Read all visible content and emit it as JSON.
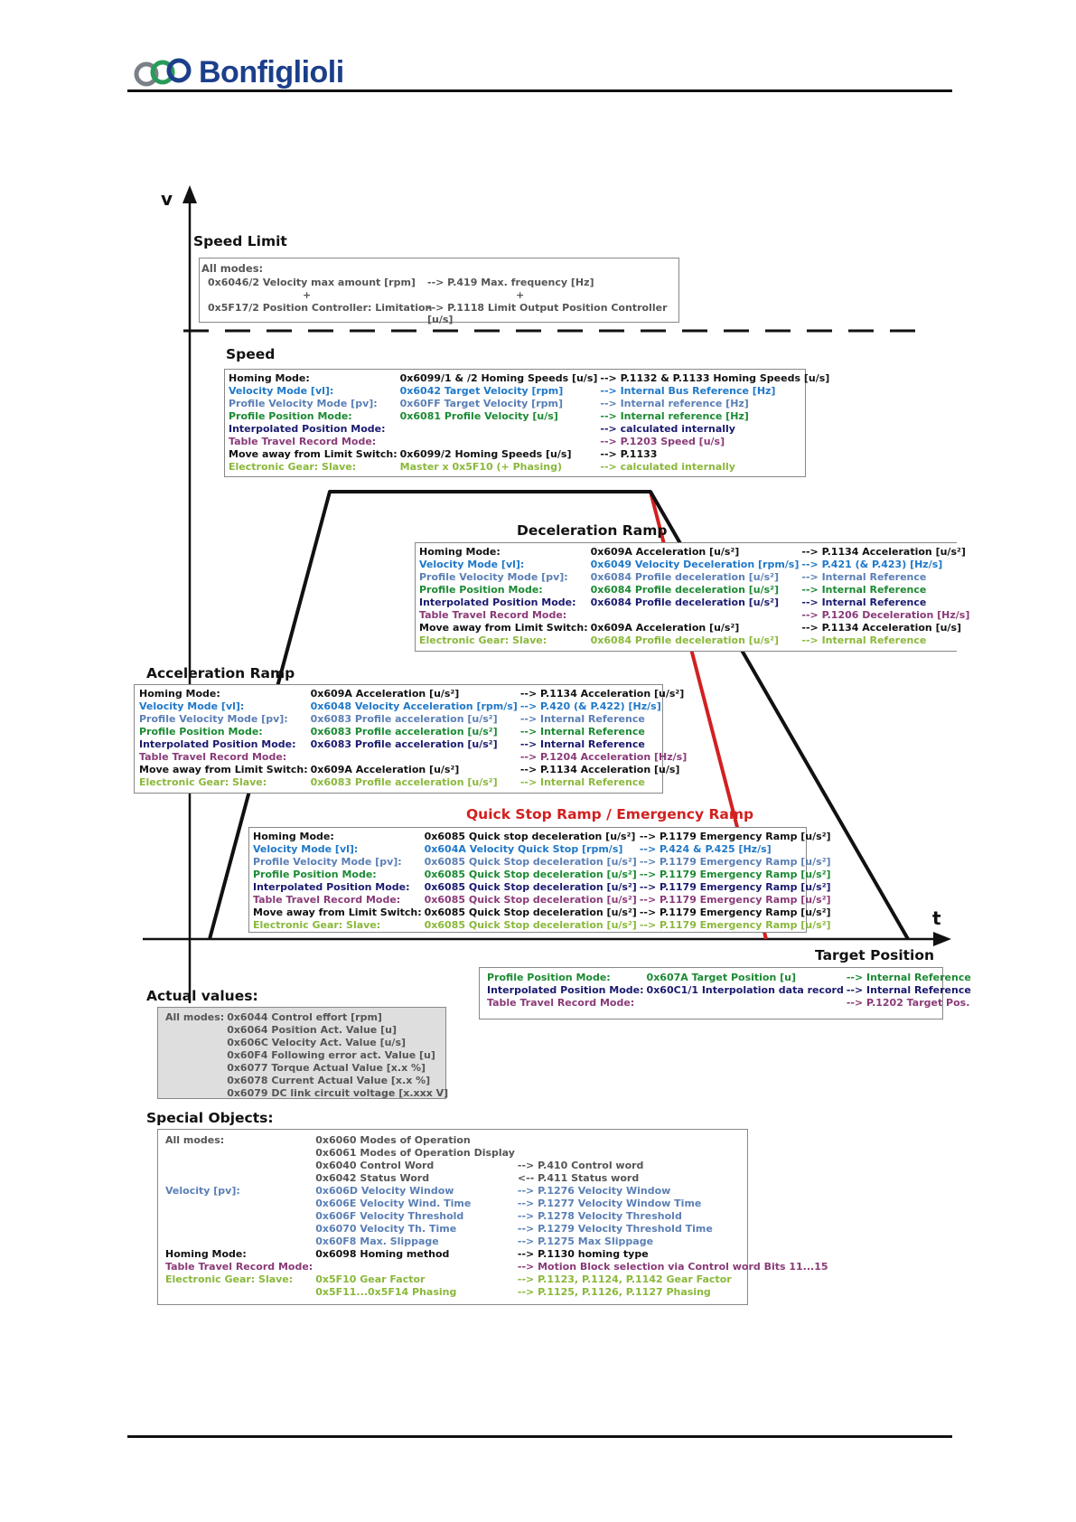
{
  "brand": {
    "name": "Bonfiglioli"
  },
  "axes": {
    "v": "v",
    "t": "t"
  },
  "speed_limit": {
    "title": "Speed Limit",
    "all_modes": "All modes:",
    "row1_left": "0x6046/2 Velocity max amount [rpm]",
    "row1_right": "--> P.419 Max. frequency [Hz]",
    "plus": "+",
    "row2_left": "0x5F17/2 Position Controller: Limitation",
    "row2_right": "--> P.1118 Limit Output Position Controller [u/s]"
  },
  "speed": {
    "title": "Speed",
    "rows": [
      {
        "mode": "Homing Mode:",
        "obj": "0x6099/1 & /2 Homing Speeds [u/s]",
        "par": "--> P.1132 & P.1133 Homing Speeds [u/s]",
        "color": "black"
      },
      {
        "mode": "Velocity Mode [vl]:",
        "obj": "0x6042 Target Velocity [rpm]",
        "par": "--> Internal Bus Reference [Hz]",
        "color": "blue"
      },
      {
        "mode": "Profile Velocity Mode [pv]:",
        "obj": "0x60FF Target Velocity [rpm]",
        "par": "--> Internal reference [Hz]",
        "color": "pblue"
      },
      {
        "mode": "Profile Position Mode:",
        "obj": "0x6081 Profile Velocity [u/s]",
        "par": "--> Internal reference [Hz]",
        "color": "green"
      },
      {
        "mode": "Interpolated Position Mode:",
        "obj": "",
        "par": "--> calculated internally",
        "color": "navy"
      },
      {
        "mode": "Table Travel Record Mode:",
        "obj": "",
        "par": "--> P.1203 Speed [u/s]",
        "color": "plum"
      },
      {
        "mode": "Move away from Limit Switch:",
        "obj": "0x6099/2 Homing Speeds [u/s]",
        "par": "--> P.1133",
        "color": "black"
      },
      {
        "mode": "Electronic Gear: Slave:",
        "obj": "Master x 0x5F10 (+ Phasing)",
        "par": "--> calculated internally",
        "color": "lime"
      }
    ]
  },
  "deceleration": {
    "title": "Deceleration Ramp",
    "rows": [
      {
        "mode": "Homing Mode:",
        "obj": "0x609A Acceleration [u/s²]",
        "par": "--> P.1134 Acceleration [u/s²]",
        "color": "black"
      },
      {
        "mode": "Velocity Mode [vl]:",
        "obj": "0x6049 Velocity Deceleration [rpm/s]",
        "par": "--> P.421 (& P.423) [Hz/s]",
        "color": "blue"
      },
      {
        "mode": "Profile Velocity Mode [pv]:",
        "obj": "0x6084 Profile deceleration [u/s²]",
        "par": "--> Internal Reference",
        "color": "pblue"
      },
      {
        "mode": "Profile Position Mode:",
        "obj": "0x6084 Profile deceleration [u/s²]",
        "par": "--> Internal Reference",
        "color": "green"
      },
      {
        "mode": "Interpolated Position Mode:",
        "obj": "0x6084 Profile deceleration [u/s²]",
        "par": "--> Internal Reference",
        "color": "navy"
      },
      {
        "mode": "Table Travel Record Mode:",
        "obj": "",
        "par": "--> P.1206 Deceleration [Hz/s]",
        "color": "plum"
      },
      {
        "mode": "Move away from Limit Switch:",
        "obj": "0x609A Acceleration [u/s²]",
        "par": "--> P.1134 Acceleration [u/s]",
        "color": "black"
      },
      {
        "mode": "Electronic Gear: Slave:",
        "obj": "0x6084 Profile deceleration [u/s²]",
        "par": "--> Internal Reference",
        "color": "lime"
      }
    ]
  },
  "acceleration": {
    "title": "Acceleration Ramp",
    "rows": [
      {
        "mode": "Homing Mode:",
        "obj": "0x609A Acceleration [u/s²]",
        "par": "--> P.1134 Acceleration [u/s²]",
        "color": "black"
      },
      {
        "mode": "Velocity Mode [vl]:",
        "obj": "0x6048 Velocity Acceleration [rpm/s]",
        "par": "--> P.420 (& P.422) [Hz/s]",
        "color": "blue"
      },
      {
        "mode": "Profile Velocity Mode [pv]:",
        "obj": "0x6083 Profile acceleration [u/s²]",
        "par": "--> Internal Reference",
        "color": "pblue"
      },
      {
        "mode": "Profile Position Mode:",
        "obj": "0x6083 Profile acceleration [u/s²]",
        "par": "--> Internal Reference",
        "color": "green"
      },
      {
        "mode": "Interpolated Position Mode:",
        "obj": "0x6083 Profile acceleration [u/s²]",
        "par": "--> Internal Reference",
        "color": "navy"
      },
      {
        "mode": "Table Travel Record Mode:",
        "obj": "",
        "par": "--> P.1204 Acceleration [Hz/s]",
        "color": "plum"
      },
      {
        "mode": "Move away from Limit Switch:",
        "obj": "0x609A Acceleration [u/s²]",
        "par": "--> P.1134 Acceleration [u/s]",
        "color": "black"
      },
      {
        "mode": "Electronic Gear: Slave:",
        "obj": "0x6083 Profile acceleration [u/s²]",
        "par": "--> Internal Reference",
        "color": "lime"
      }
    ]
  },
  "quickstop": {
    "title": "Quick Stop Ramp / Emergency Ramp",
    "rows": [
      {
        "mode": "Homing Mode:",
        "obj": "0x6085 Quick stop deceleration [u/s²]",
        "par": "--> P.1179 Emergency Ramp [u/s²]",
        "color": "black"
      },
      {
        "mode": "Velocity Mode [vl]:",
        "obj": "0x604A Velocity Quick Stop [rpm/s]",
        "par": "--> P.424 & P.425 [Hz/s]",
        "color": "blue"
      },
      {
        "mode": "Profile Velocity Mode [pv]:",
        "obj": "0x6085 Quick Stop deceleration [u/s²]",
        "par": "--> P.1179 Emergency Ramp [u/s²]",
        "color": "pblue"
      },
      {
        "mode": "Profile Position Mode:",
        "obj": "0x6085 Quick Stop deceleration [u/s²]",
        "par": "--> P.1179 Emergency Ramp [u/s²]",
        "color": "green"
      },
      {
        "mode": "Interpolated Position Mode:",
        "obj": "0x6085 Quick Stop deceleration [u/s²]",
        "par": "--> P.1179 Emergency Ramp [u/s²]",
        "color": "navy"
      },
      {
        "mode": "Table Travel Record Mode:",
        "obj": "0x6085 Quick Stop deceleration [u/s²]",
        "par": "--> P.1179 Emergency Ramp [u/s²]",
        "color": "plum"
      },
      {
        "mode": "Move away from Limit Switch:",
        "obj": "0x6085 Quick Stop deceleration [u/s²]",
        "par": "--> P.1179 Emergency Ramp [u/s²]",
        "color": "black"
      },
      {
        "mode": "Electronic Gear: Slave:",
        "obj": "0x6085 Quick Stop deceleration [u/s²]",
        "par": "--> P.1179 Emergency Ramp  [u/s²]",
        "color": "lime"
      }
    ]
  },
  "target": {
    "title": "Target Position",
    "rows": [
      {
        "mode": "Profile Position Mode:",
        "obj": "0x607A Target Position [u]",
        "par": "--> Internal Reference",
        "color": "green"
      },
      {
        "mode": "Interpolated Position Mode:",
        "obj": "0x60C1/1 Interpolation data record",
        "par": "--> Internal Reference",
        "color": "navy"
      },
      {
        "mode": "Table Travel Record Mode:",
        "obj": "",
        "par": "--> P.1202 Target Pos.",
        "color": "plum"
      }
    ]
  },
  "actual": {
    "title": "Actual values:",
    "label": "All modes:",
    "items": [
      "0x6044 Control effort [rpm]",
      "0x6064 Position Act. Value [u]",
      "0x606C Velocity Act. Value [u/s]",
      "0x60F4 Following error act. Value [u]",
      "0x6077 Torque Actual Value [x.x %]",
      "0x6078 Current Actual Value [x.x %]",
      "0x6079 DC link circuit voltage [x.xxx V]"
    ]
  },
  "special": {
    "title": "Special Objects:",
    "rows": [
      {
        "mode": "All modes:",
        "obj": "0x6060 Modes of Operation",
        "par": "",
        "color": "grey"
      },
      {
        "mode": "",
        "obj": "0x6061 Modes of Operation Display",
        "par": "",
        "color": "grey"
      },
      {
        "mode": "",
        "obj": "0x6040 Control Word",
        "par": "--> P.410 Control word",
        "color": "grey"
      },
      {
        "mode": "",
        "obj": "0x6042 Status Word",
        "par": "<-- P.411 Status word",
        "color": "grey"
      },
      {
        "mode": "Velocity [pv]:",
        "obj": "0x606D Velocity Window",
        "par": "--> P.1276 Velocity Window",
        "color": "pblue"
      },
      {
        "mode": "",
        "obj": "0x606E Velocity Wind. Time",
        "par": "--> P.1277 Velocity Window Time",
        "color": "pblue"
      },
      {
        "mode": "",
        "obj": "0x606F Velocity Threshold",
        "par": "--> P.1278 Velocity Threshold",
        "color": "pblue"
      },
      {
        "mode": "",
        "obj": "0x6070 Velocity Th. Time",
        "par": "--> P.1279 Velocity Threshold Time",
        "color": "pblue"
      },
      {
        "mode": "",
        "obj": "0x60F8 Max. Slippage",
        "par": "--> P.1275 Max Slippage",
        "color": "pblue"
      },
      {
        "mode": "Homing Mode:",
        "obj": "0x6098 Homing method",
        "par": "--> P.1130 homing type",
        "color": "black"
      },
      {
        "mode": "Table Travel Record Mode:",
        "obj": "",
        "par": "--> Motion Block selection via Control word Bits 11...15",
        "color": "plum"
      },
      {
        "mode": "Electronic Gear: Slave:",
        "obj": "0x5F10 Gear Factor",
        "par": "--> P.1123, P.1124, P.1142 Gear Factor",
        "color": "lime"
      },
      {
        "mode": "",
        "obj": "0x5F11...0x5F14 Phasing",
        "par": "--> P.1125, P.1126, P.1127 Phasing",
        "color": "lime"
      }
    ]
  },
  "colors": {
    "black": "#111111",
    "blue": "#1f78c8",
    "pblue": "#5a7fb5",
    "green": "#1b8a33",
    "navy": "#1a1a70",
    "plum": "#8a3a78",
    "lime": "#8ab83a",
    "grey": "#555555",
    "red": "#d22020"
  }
}
